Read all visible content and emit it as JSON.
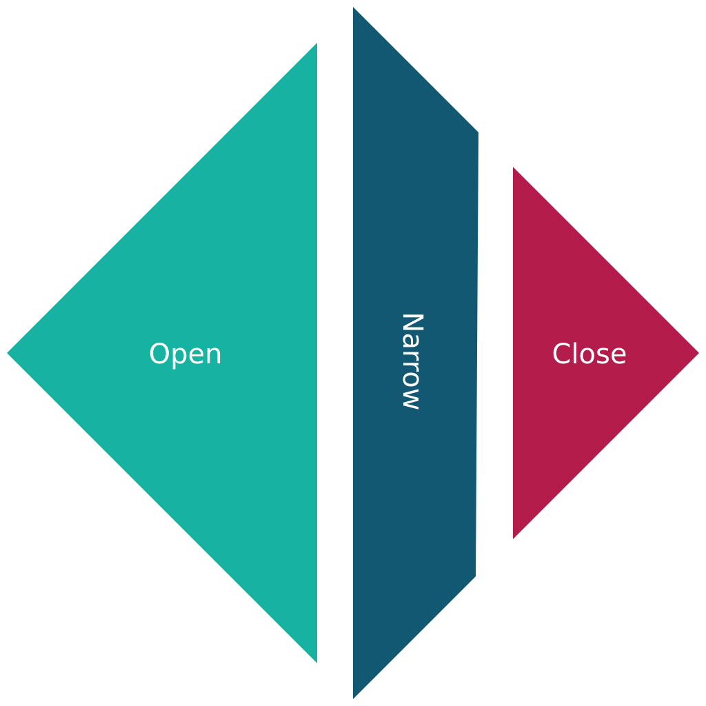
{
  "diagram": {
    "segments": [
      {
        "id": "open",
        "label": "Open",
        "color": "#16b3a3"
      },
      {
        "id": "narrow",
        "label": "Narrow",
        "color": "#135872"
      },
      {
        "id": "close",
        "label": "Close",
        "color": "#b41c4b"
      }
    ]
  }
}
